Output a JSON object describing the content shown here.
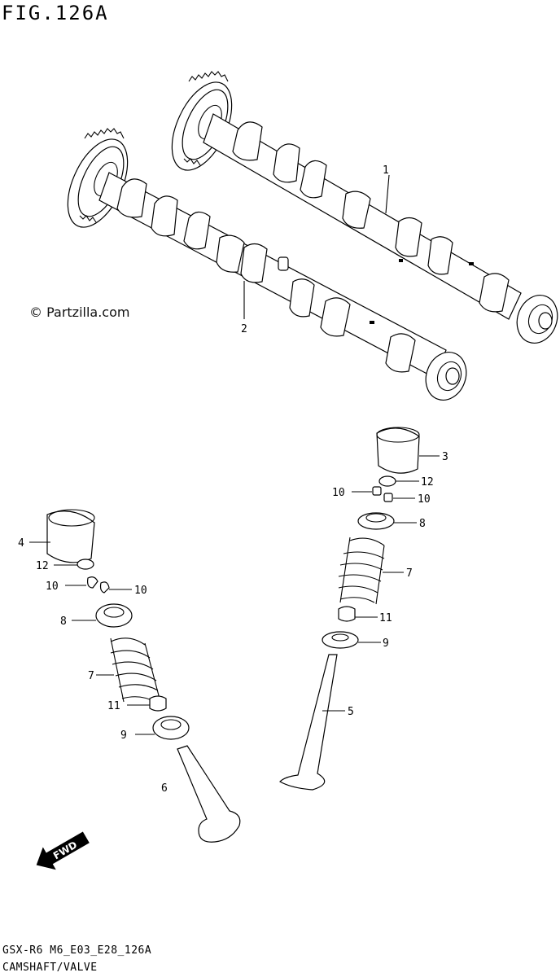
{
  "header": {
    "figure_id": "FIG.126A"
  },
  "watermark": "© Partzilla.com",
  "footer": {
    "model_code": "GSX-R6 M6_E03_E28_126A",
    "section": "CAMSHAFT/VALVE"
  },
  "callouts": [
    "1",
    "2",
    "3",
    "4",
    "5",
    "6",
    "7",
    "7",
    "8",
    "8",
    "9",
    "9",
    "10",
    "10",
    "10",
    "10",
    "11",
    "11",
    "12",
    "12"
  ],
  "fwd_label": "FWD",
  "colors": {
    "ink": "#000000",
    "paper": "#ffffff"
  }
}
